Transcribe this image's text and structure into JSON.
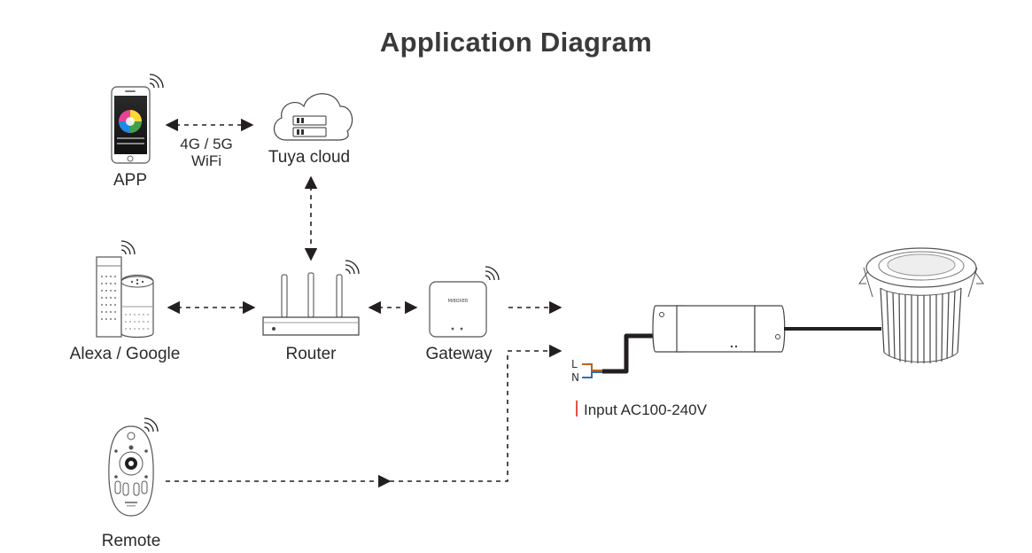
{
  "title": "Application Diagram",
  "nodes": {
    "app": "APP",
    "cloud": "Tuya cloud",
    "assistant": "Alexa / Google",
    "router": "Router",
    "gateway": "Gateway",
    "remote": "Remote"
  },
  "links": {
    "app_cloud_line1": "4G / 5G",
    "app_cloud_line2": "WiFi"
  },
  "power": {
    "l_terminal": "L",
    "n_terminal": "N",
    "input": "Input AC100-240V"
  },
  "gateway_brand": "MiBOXER",
  "colors": {
    "line": "#231f20",
    "input_marker": "#e2231a",
    "wire_l": "#b5651d",
    "wire_n": "#2f6db5"
  }
}
